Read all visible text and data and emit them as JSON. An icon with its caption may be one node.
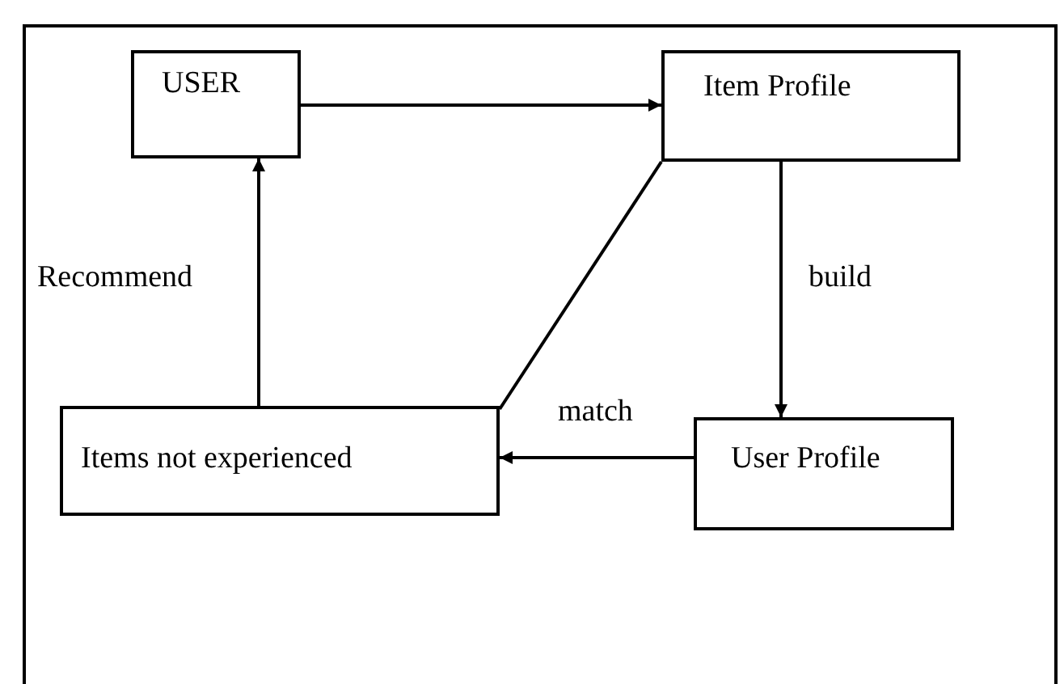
{
  "diagram": {
    "nodes": [
      {
        "text": [
          "USER"
        ]
      },
      {
        "text": [
          "Item Profile"
        ]
      },
      {
        "text": [
          "Items not experienced"
        ]
      },
      {
        "text": [
          "User Profile"
        ]
      }
    ],
    "edges": [
      {
        "from": 0,
        "to": 1,
        "arrow": "to"
      },
      {
        "from": 1,
        "to": 3,
        "arrow": "to",
        "label": "build"
      },
      {
        "from": 3,
        "to": 2,
        "arrow": "to",
        "label": "match"
      },
      {
        "from": 2,
        "to": 0,
        "arrow": "to",
        "label": "Recommend"
      },
      {
        "from": 1,
        "to": 2,
        "arrow": "none"
      }
    ]
  }
}
